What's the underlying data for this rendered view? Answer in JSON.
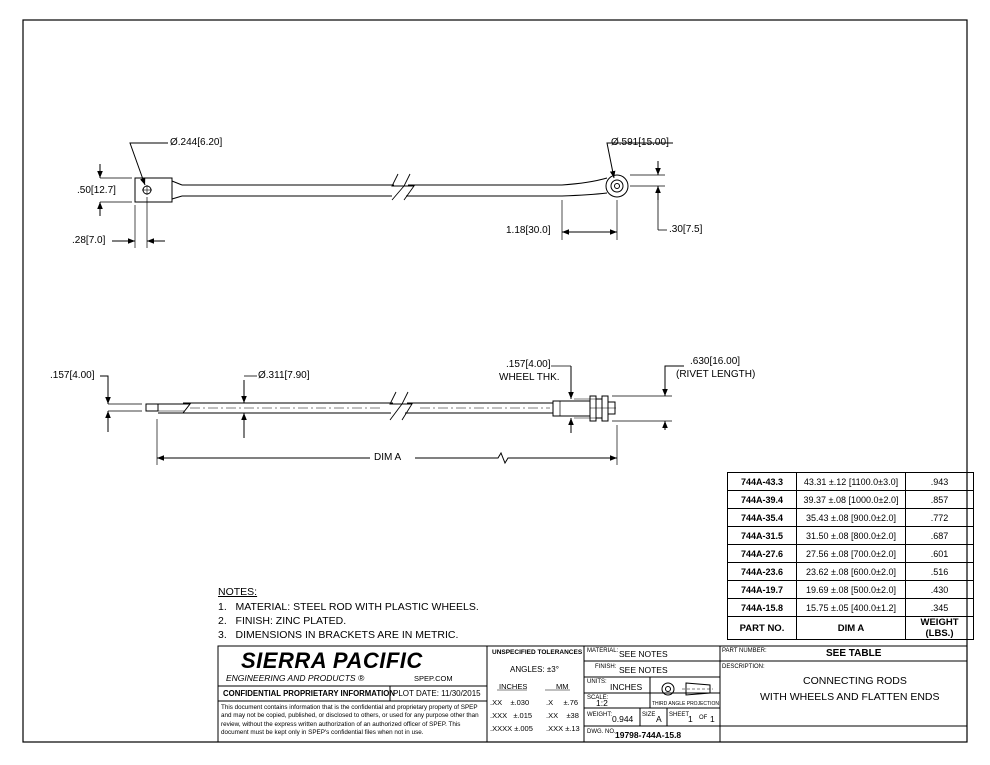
{
  "top_view": {
    "left_hole_dia": "Ø.244",
    "left_hole_dia_mm": "6.20",
    "right_hole_dia": "Ø.591",
    "right_hole_dia_mm": "15.00",
    "end_height": ".50",
    "end_height_mm": "12.7",
    "end_offset": ".28",
    "end_offset_mm": "7.0",
    "bend_length": "1.18",
    "bend_length_mm": "30.0",
    "wheel_offset": ".30",
    "wheel_offset_mm": "7.5"
  },
  "side_view": {
    "flat_thk": ".157",
    "flat_thk_mm": "4.00",
    "rod_dia": "Ø.311",
    "rod_dia_mm": "7.90",
    "wheel_thk": ".157",
    "wheel_thk_mm": "4.00",
    "wheel_thk_label": "WHEEL THK.",
    "rivet_length": ".630",
    "rivet_length_mm": "16.00",
    "rivet_label": "(RIVET LENGTH)",
    "dim_a": "DIM A"
  },
  "notes": {
    "heading": "NOTES:",
    "items": [
      {
        "num": "1.",
        "text": "MATERIAL: STEEL ROD WITH PLASTIC WHEELS."
      },
      {
        "num": "2.",
        "text": "FINISH: ZINC PLATED."
      },
      {
        "num": "3.",
        "text": "DIMENSIONS IN BRACKETS ARE IN METRIC."
      }
    ]
  },
  "parts_table": {
    "headers": {
      "part": "PART NO.",
      "dim": "DIM A",
      "weight": "WEIGHT (LBS.)"
    },
    "rows": [
      {
        "part": "744A-43.3",
        "dim": "43.31 ±.12 [1100.0±3.0]",
        "weight": ".943"
      },
      {
        "part": "744A-39.4",
        "dim": "39.37 ±.08 [1000.0±2.0]",
        "weight": ".857"
      },
      {
        "part": "744A-35.4",
        "dim": "35.43 ±.08 [900.0±2.0]",
        "weight": ".772"
      },
      {
        "part": "744A-31.5",
        "dim": "31.50 ±.08 [800.0±2.0]",
        "weight": ".687"
      },
      {
        "part": "744A-27.6",
        "dim": "27.56 ±.08 [700.0±2.0]",
        "weight": ".601"
      },
      {
        "part": "744A-23.6",
        "dim": "23.62 ±.08 [600.0±2.0]",
        "weight": ".516"
      },
      {
        "part": "744A-19.7",
        "dim": "19.69 ±.08 [500.0±2.0]",
        "weight": ".430"
      },
      {
        "part": "744A-15.8",
        "dim": "15.75 ±.05 [400.0±1.2]",
        "weight": ".345"
      }
    ]
  },
  "title_block": {
    "company": "SIERRA PACIFIC",
    "company_sub": "ENGINEERING AND PRODUCTS",
    "registered": "®",
    "website": "SPEP.COM",
    "confidential_title": "CONFIDENTIAL PROPRIETARY INFORMATION",
    "plot_date": "PLOT DATE: 11/30/2015",
    "confidential_text": "This document contains information that is the confidential and proprietary property of SPEP and may not be copied, published, or disclosed to others, or used for any purpose other than review, without the express written authorization of an authorized officer of SPEP. This document must be kept only in SPEP's confidential files when not in use.",
    "tolerances_title": "UNSPECIFIED TOLERANCES",
    "angles": "ANGLES: ±3°",
    "inches_header": "INCHES",
    "mm_header": "MM",
    "tol_inch": [
      {
        "k": ".XX",
        "v": "±.030"
      },
      {
        "k": ".XXX",
        "v": "±.015"
      },
      {
        "k": ".XXXX",
        "v": "±.005"
      }
    ],
    "tol_mm": [
      {
        "k": ".X",
        "v": "±.76"
      },
      {
        "k": ".XX",
        "v": "±38"
      },
      {
        "k": ".XXX",
        "v": "±.13"
      }
    ],
    "material_label": "MATERIAL:",
    "material_value": "SEE NOTES",
    "finish_label": "FINISH:",
    "finish_value": "SEE NOTES",
    "units_label": "UNITS:",
    "units_value": "INCHES",
    "scale_label": "SCALE:",
    "scale_value": "1:2",
    "projection_label": "THIRD ANGLE PROJECTION",
    "weight_label": "WEIGHT:",
    "weight_value": "0.944",
    "size_label": "SIZE",
    "size_value": "A",
    "sheet_label": "SHEET",
    "sheet_value": "1",
    "of_label": "OF",
    "of_value": "1",
    "dwg_label": "DWG. NO.",
    "dwg_value": "19798-744A-15.8",
    "part_number_label": "PART NUMBER:",
    "part_number_value": "SEE TABLE",
    "description_label": "DESCRIPTION:",
    "description_line1": "CONNECTING RODS",
    "description_line2": "WITH WHEELS AND FLATTEN ENDS"
  }
}
